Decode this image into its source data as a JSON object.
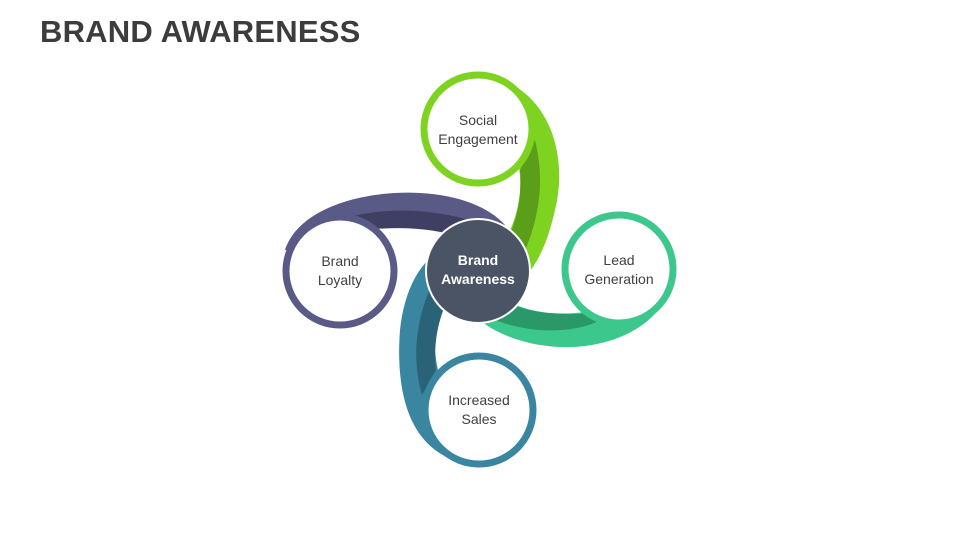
{
  "slide": {
    "title": "BRAND AWARENESS"
  },
  "diagram": {
    "center": {
      "label": "Brand\nAwareness",
      "color": "#4a5464"
    },
    "nodes": [
      {
        "id": "social",
        "label": "Social\nEngagement",
        "color": "#7ed321",
        "dark": "#5a9e1a"
      },
      {
        "id": "lead",
        "label": "Lead\nGeneration",
        "color": "#3cc88c",
        "dark": "#2a9868"
      },
      {
        "id": "sales",
        "label": "Increased\nSales",
        "color": "#3a86a0",
        "dark": "#2a6277"
      },
      {
        "id": "loyalty",
        "label": "Brand\nLoyalty",
        "color": "#5a5a86",
        "dark": "#3f3f64"
      }
    ]
  }
}
